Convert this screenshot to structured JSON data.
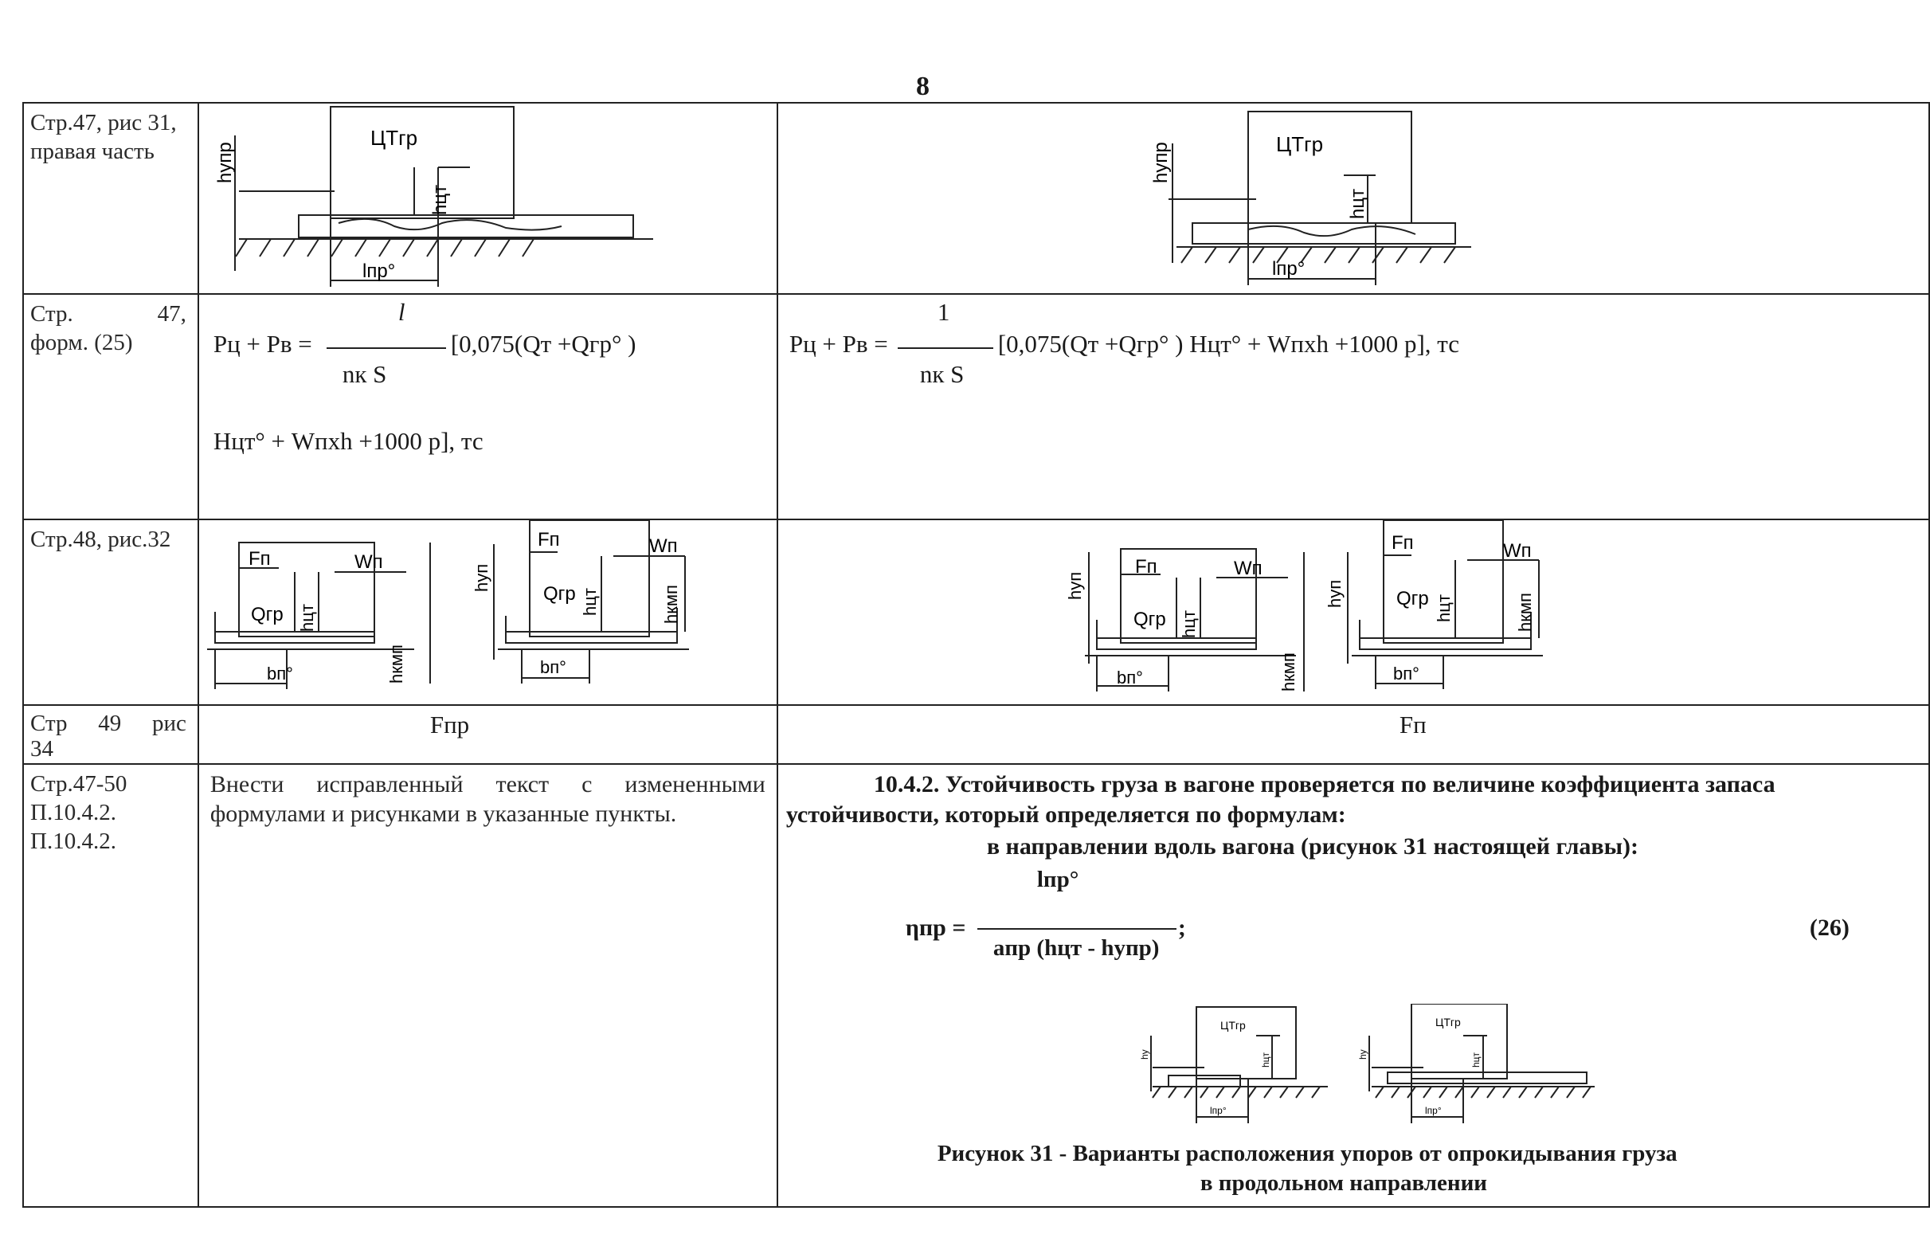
{
  "page": {
    "number": "8"
  },
  "rows": [
    {
      "ref": "Стр.47, рис 31, правая часть",
      "old": {
        "figure_labels": {
          "center": "ЦТгр",
          "h_ct": "hцт",
          "h_y": "hупр",
          "l": "lпр°"
        }
      },
      "new": {
        "figure_labels": {
          "center": "ЦТгр",
          "h_ct": "hцт",
          "h_y": "hупр",
          "l": "lпр°"
        }
      }
    },
    {
      "ref_a": "Стр.",
      "ref_b": "47,",
      "ref_c": "форм. (25)",
      "old": {
        "lhs": "Pц + Pв =",
        "numerator": "l",
        "denominator": "nк S",
        "rhs": "[0,075(Qт +Qгр° )",
        "continuation": "Hцт° + Wпxh +1000 p], тс"
      },
      "new": {
        "lhs": "Pц + Pв =",
        "numerator": "1",
        "denominator": "nк S",
        "rhs": "[0,075(Qт +Qгр° ) Hцт° + Wпxh +1000 p], тс"
      }
    },
    {
      "ref": "Стр.48, рис.32",
      "old": {
        "figure_labels": {
          "F": "Fп",
          "W": "Wп",
          "Q": "Qгр",
          "hct": "hцт",
          "hy": "hуп",
          "hkm": "hкмп",
          "b": "bп°"
        }
      },
      "new": {
        "figure_labels": {
          "F": "Fп",
          "W": "Wп",
          "Q": "Qгр",
          "hct": "hцт",
          "hy": "hуп",
          "hkm": "hкмп",
          "b": "bп°"
        }
      }
    },
    {
      "ref_a": "Стр",
      "ref_b": "49",
      "ref_c": "рис",
      "ref_d": "34",
      "old": {
        "text": "Fпр"
      },
      "new": {
        "text": "Fп"
      }
    },
    {
      "ref_lines": [
        "Стр.47-50",
        "П.10.4.2.",
        "П.10.4.2."
      ],
      "old": {
        "text": "Внести исправленный текст с измененными формулами и рисунками в указанные пункты."
      },
      "new": {
        "paragraph_1": "10.4.2. Устойчивость груза в вагоне проверяется по величине коэффициента запаса",
        "paragraph_2": "устойчивости, который определяется по формулам:",
        "paragraph_3": "в направлении вдоль вагона (рисунок 31 настоящей главы):",
        "formula_lhs": "ηпр =",
        "formula_num": "lпр°",
        "formula_den": "aпр (hцт - hупр)",
        "formula_tail": ";",
        "formula_number": "(26)",
        "figure_labels": {
          "center": "ЦТгр",
          "h_ct": "hцт",
          "h_y": "hу",
          "l": "lпр°"
        },
        "caption_1": "Рисунок 31 - Варианты расположения упоров от опрокидывания груза",
        "caption_2": "в продольном направлении"
      }
    }
  ]
}
